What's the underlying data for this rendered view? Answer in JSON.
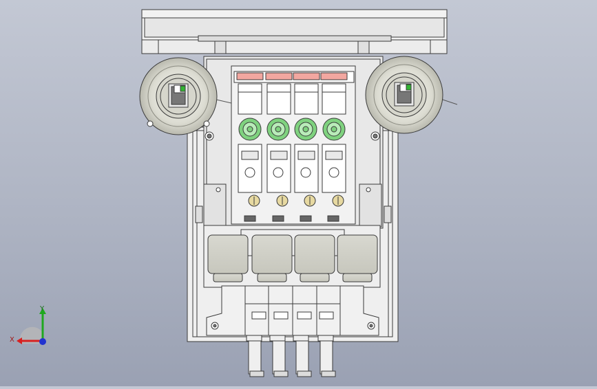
{
  "view": {
    "background_top": "#c3c8d4",
    "background_bottom": "#9aa1b3",
    "model_stroke": "#3a3a3a",
    "model_fill": "#e9e9e9",
    "accent_green": "#7fd27f",
    "accent_pink": "#f2a7a0"
  },
  "triad": {
    "x_label": "X",
    "y_label": "Y",
    "x_color": "#d82020",
    "y_color": "#1fa81f",
    "z_color": "#2233d0"
  },
  "valves": {
    "count": 4
  }
}
